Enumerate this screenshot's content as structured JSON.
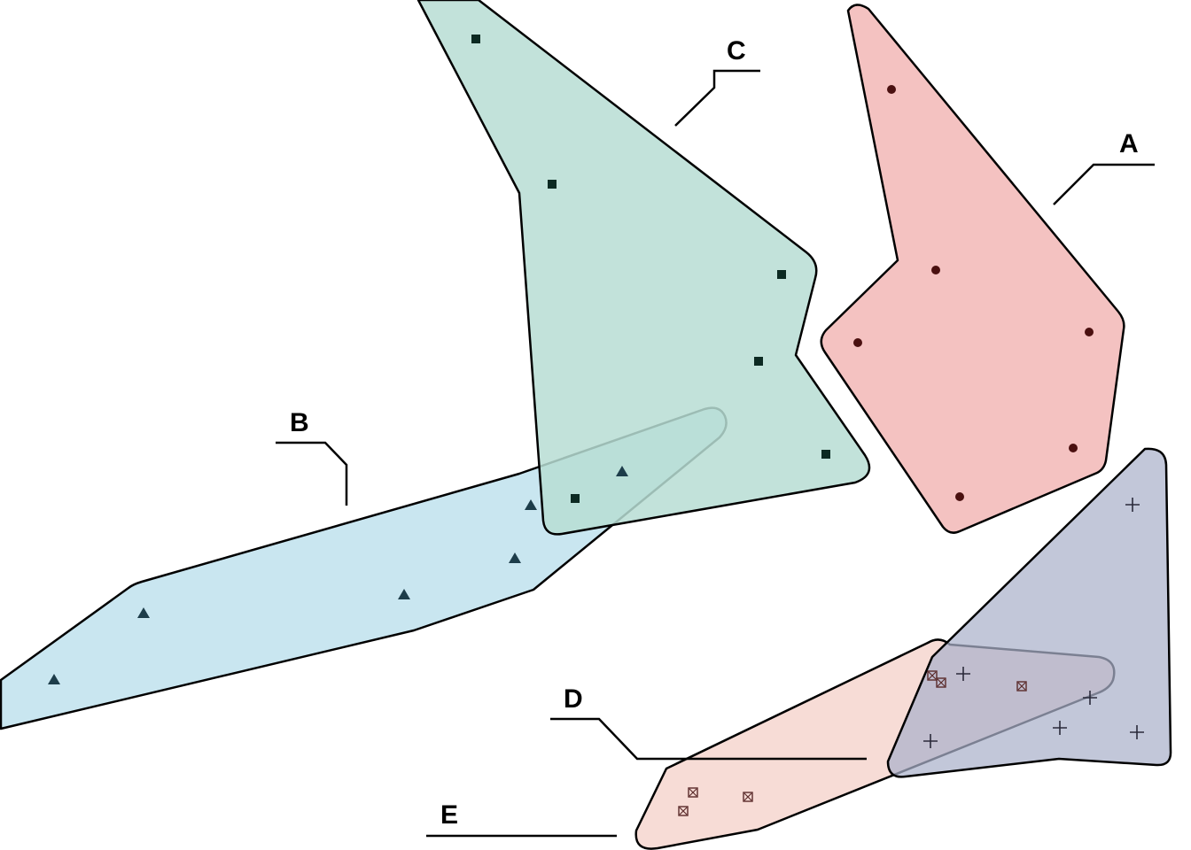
{
  "chart_data": {
    "type": "scatter",
    "title": "",
    "xlabel": "",
    "ylabel": "",
    "grid": false,
    "groups": [
      {
        "name": "A",
        "color": "#f4c2c1",
        "marker": "circle",
        "marker_color": "#4a1010",
        "points": [
          [
            1006,
            101
          ],
          [
            1056,
            305
          ],
          [
            968,
            387
          ],
          [
            1229,
            375
          ],
          [
            1211,
            506
          ],
          [
            1083,
            561
          ]
        ]
      },
      {
        "name": "B",
        "color": "#c6e5ef",
        "marker": "triangle",
        "marker_color": "#1d3d4a",
        "points": [
          [
            61,
            768
          ],
          [
            162,
            693
          ],
          [
            456,
            672
          ],
          [
            581,
            631
          ],
          [
            599,
            571
          ],
          [
            702,
            533
          ]
        ]
      },
      {
        "name": "C",
        "color": "#b7ddd4",
        "marker": "square",
        "marker_color": "#0c2a22",
        "points": [
          [
            537,
            44
          ],
          [
            623,
            208
          ],
          [
            882,
            310
          ],
          [
            856,
            408
          ],
          [
            932,
            513
          ],
          [
            649,
            563
          ]
        ]
      },
      {
        "name": "D",
        "color": "#f6d8d1",
        "marker": "boxed-x",
        "marker_color": "#5a2a2a",
        "points": [
          [
            1052,
            763
          ],
          [
            1062,
            771
          ],
          [
            1153,
            775
          ],
          [
            782,
            895
          ],
          [
            844,
            900
          ],
          [
            771,
            916
          ]
        ]
      },
      {
        "name": "E",
        "color": "#c1c7d8",
        "marker": "plus",
        "marker_color": "#2a2a3a",
        "points": [
          [
            1278,
            570
          ],
          [
            1087,
            761
          ],
          [
            1230,
            788
          ],
          [
            1196,
            822
          ],
          [
            1283,
            827
          ],
          [
            1050,
            837
          ]
        ]
      }
    ]
  },
  "labels": {
    "a": "A",
    "b": "B",
    "c": "C",
    "d": "D",
    "e": "E"
  }
}
